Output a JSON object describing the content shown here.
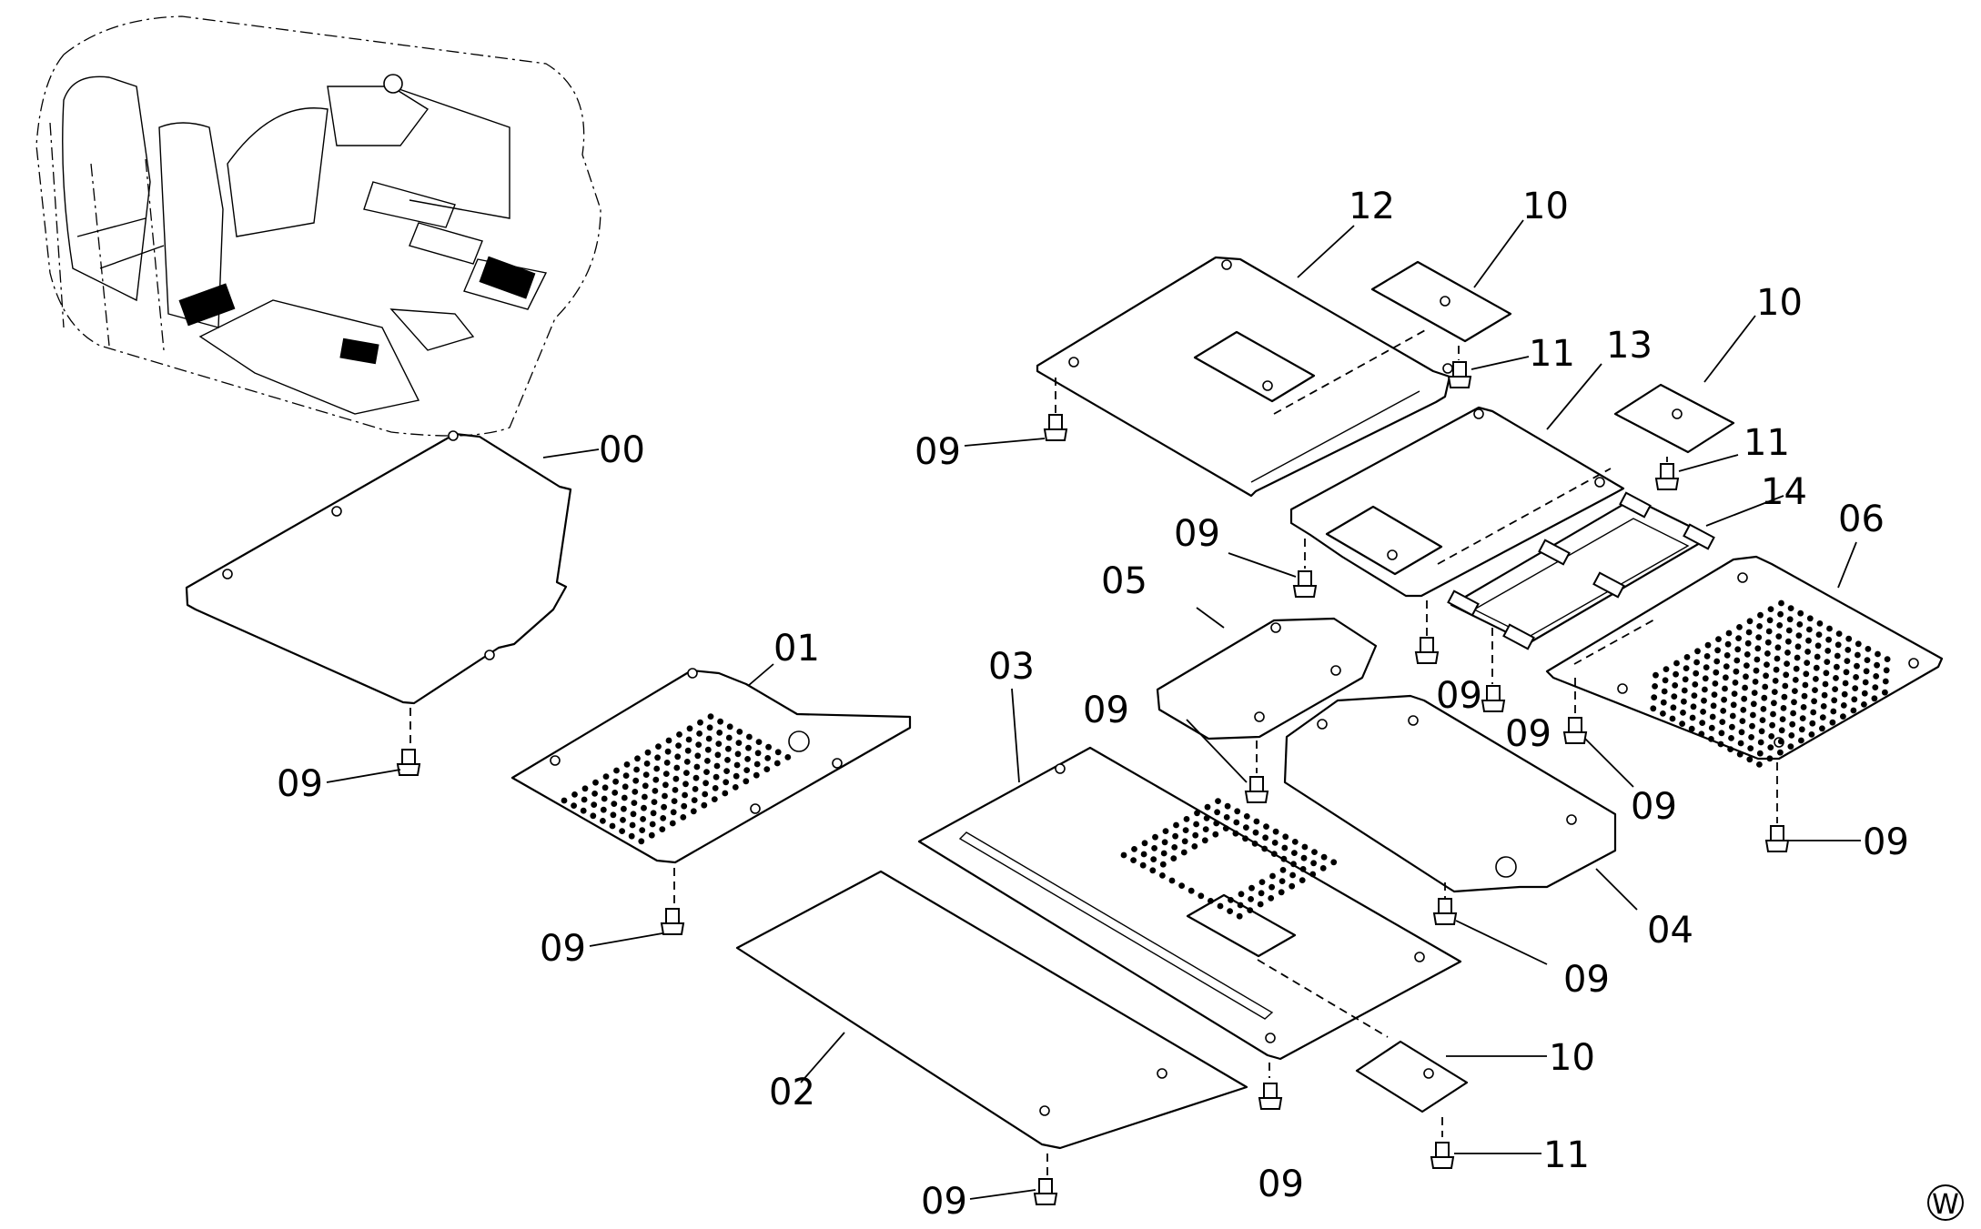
{
  "diagram": {
    "callouts": {
      "p00": "00",
      "p01": "01",
      "p02": "02",
      "p03": "03",
      "p04": "04",
      "p05": "05",
      "p06": "06",
      "p10": "10",
      "p11": "11",
      "p12": "12",
      "p13": "13",
      "p14": "14",
      "p09": "09"
    },
    "corner_mark": "W"
  }
}
